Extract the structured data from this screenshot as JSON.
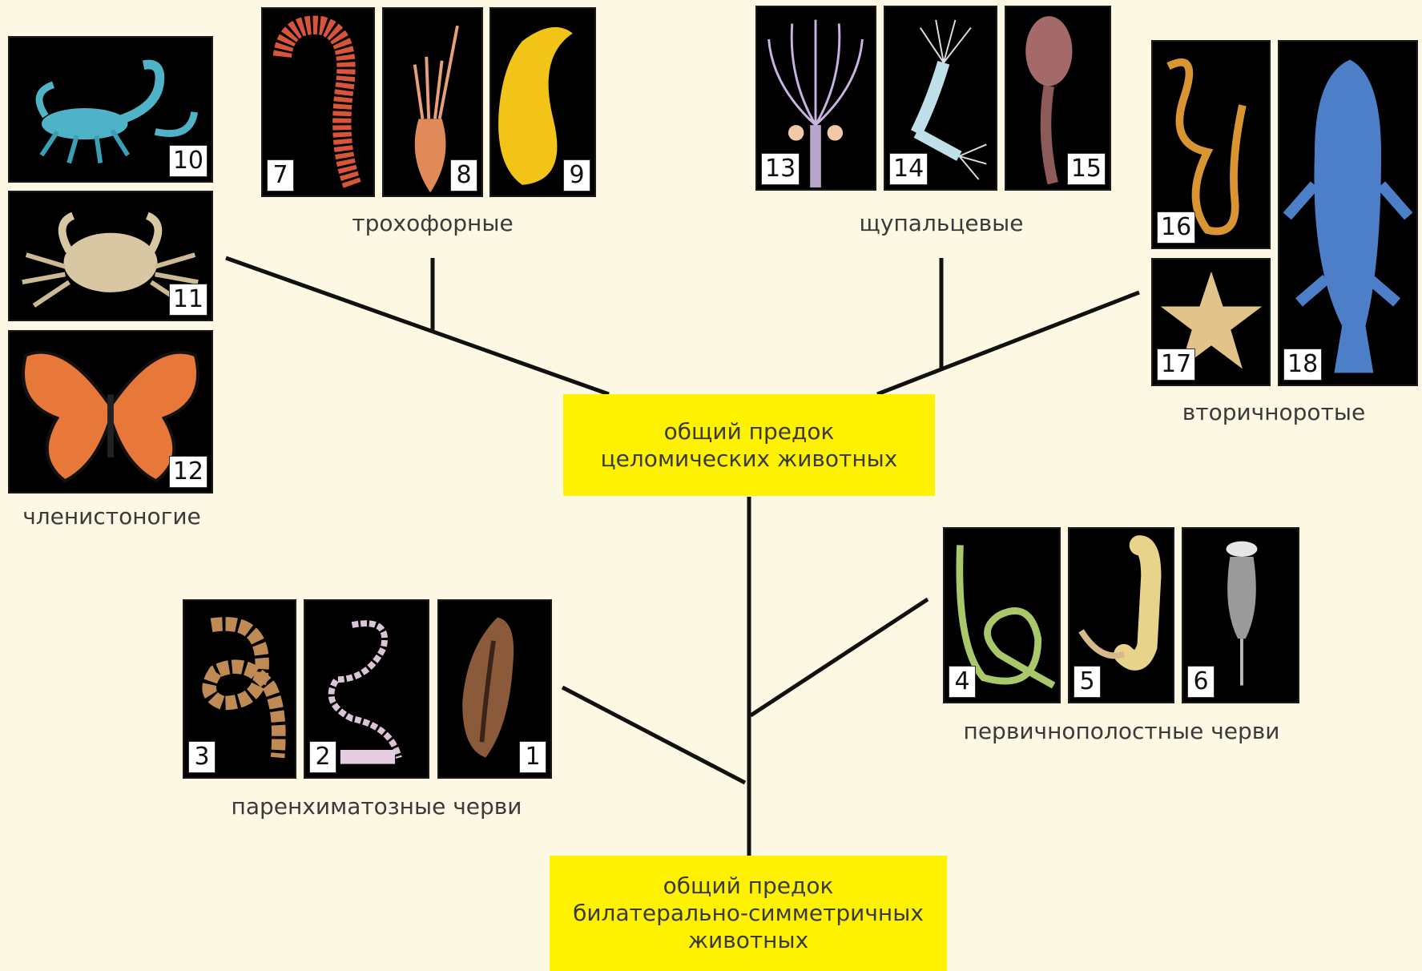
{
  "nodes": {
    "coelomic_ancestor": [
      "общий предок",
      "целомических животных"
    ],
    "bilateral_ancestor": [
      "общий предок",
      "билатерально-симметричных",
      "животных"
    ]
  },
  "groups": {
    "arthropods": "членистоногие",
    "trochophores": "трохофорные",
    "tentaculates": "щупальцевые",
    "deuterostomes": "вторичноротые",
    "pseudocoelomates": "первичнополостные черви",
    "parenchymatous": "паренхиматозные черви"
  },
  "animals": [
    {
      "num": "1",
      "icon": "planarian-icon",
      "group": "parenchymatous"
    },
    {
      "num": "2",
      "icon": "tapeworm-icon",
      "group": "parenchymatous"
    },
    {
      "num": "3",
      "icon": "ribbon-worm-icon",
      "group": "parenchymatous"
    },
    {
      "num": "4",
      "icon": "nematode-icon",
      "group": "pseudocoelomates"
    },
    {
      "num": "5",
      "icon": "priapulid-icon",
      "group": "pseudocoelomates"
    },
    {
      "num": "6",
      "icon": "rotifer-icon",
      "group": "pseudocoelomates"
    },
    {
      "num": "7",
      "icon": "polychaete-icon",
      "group": "trochophores"
    },
    {
      "num": "8",
      "icon": "squid-icon",
      "group": "trochophores"
    },
    {
      "num": "9",
      "icon": "echiurid-icon",
      "group": "trochophores"
    },
    {
      "num": "10",
      "icon": "scorpion-icon",
      "group": "arthropods"
    },
    {
      "num": "11",
      "icon": "crab-icon",
      "group": "arthropods"
    },
    {
      "num": "12",
      "icon": "butterfly-icon",
      "group": "arthropods"
    },
    {
      "num": "13",
      "icon": "bryozoan-icon",
      "group": "tentaculates"
    },
    {
      "num": "14",
      "icon": "phoronid-icon",
      "group": "tentaculates"
    },
    {
      "num": "15",
      "icon": "brachiopod-icon",
      "group": "tentaculates"
    },
    {
      "num": "16",
      "icon": "acorn-worm-icon",
      "group": "deuterostomes"
    },
    {
      "num": "17",
      "icon": "starfish-icon",
      "group": "deuterostomes"
    },
    {
      "num": "18",
      "icon": "coelacanth-icon",
      "group": "deuterostomes"
    }
  ],
  "colors": {
    "background": "#fdf8e4",
    "node_box": "#fff200",
    "branch": "#111111",
    "label_text": "#3a3a3a"
  }
}
